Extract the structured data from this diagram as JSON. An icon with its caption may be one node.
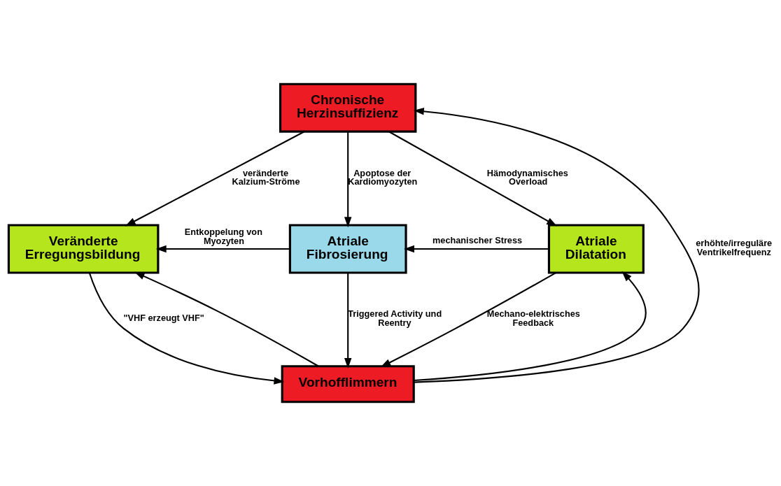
{
  "diagram": {
    "nodes": [
      {
        "text": [
          "Chronische Herzinsuffizienz"
        ]
      },
      {
        "text": [
          "Veränderte Erregungsbildung"
        ]
      },
      {
        "text": [
          "Atriale Fibrosierung"
        ]
      },
      {
        "text": [
          "Atriale Dilatation"
        ]
      },
      {
        "text": [
          "Vorhofflimmern"
        ]
      }
    ],
    "edges": [
      {
        "from": 0,
        "to": 1,
        "arrow": "to",
        "label": "veränderte Kalzium-Ströme"
      },
      {
        "from": 0,
        "to": 2,
        "arrow": "to",
        "label": "Apoptose der Kardiomyozyten"
      },
      {
        "from": 0,
        "to": 3,
        "arrow": "to",
        "label": "Hämodynamisches Overload"
      },
      {
        "from": 3,
        "to": 2,
        "arrow": "to",
        "label": "mechanischer Stress"
      },
      {
        "from": 2,
        "to": 1,
        "arrow": "to",
        "label": "Entkoppelung von Myozyten"
      },
      {
        "from": 2,
        "to": 4,
        "arrow": "to",
        "label": "Triggered Activity und Reentry"
      },
      {
        "from": 1,
        "to": 4,
        "arrow": "to",
        "label": "\"VHF erzeugt VHF\""
      },
      {
        "from": 4,
        "to": 1,
        "arrow": "to"
      },
      {
        "from": 4,
        "to": 3,
        "arrow": "to"
      },
      {
        "from": 3,
        "to": 4,
        "arrow": "to",
        "label": "Mechano-elektrisches Feedback"
      },
      {
        "from": 4,
        "to": 0,
        "arrow": "to",
        "label": "erhöhte/irreguläre Ventrikelfrequenz"
      }
    ]
  }
}
